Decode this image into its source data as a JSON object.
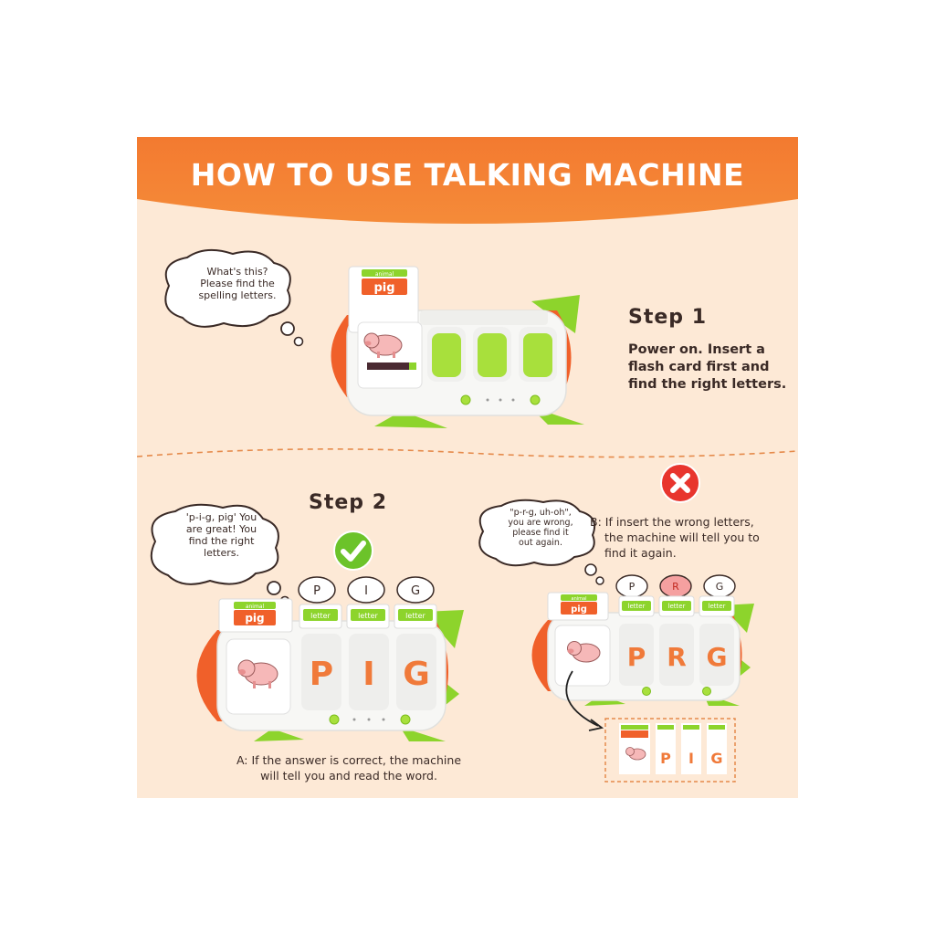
{
  "title": "HOW TO USE TALKING MACHINE",
  "step1": {
    "heading": "Step 1",
    "bubble": [
      "What's this?",
      "Please find the",
      "spelling letters."
    ],
    "description": [
      "Power on. Insert a",
      "flash card first and",
      "find the right letters."
    ],
    "card_category": "animal",
    "card_word": "pig"
  },
  "step2": {
    "heading": "Step 2",
    "bubble_correct": [
      "'p-i-g, pig' You",
      "are great! You",
      "find the right",
      "letters."
    ],
    "bubble_wrong": [
      "\"p-r-g, uh-oh\",",
      "you are wrong,",
      "please find it",
      "out again."
    ],
    "card_category": "animal",
    "card_word": "pig",
    "slot_label": "letter",
    "correct_letters": [
      "P",
      "I",
      "G"
    ],
    "wrong_letters": [
      "P",
      "R",
      "G"
    ],
    "inset_letters": [
      "P",
      "I",
      "G"
    ],
    "caption_a": [
      "A: If the answer is correct, the machine",
      "will tell you and read the word."
    ],
    "caption_b": [
      "B: If insert the wrong letters,",
      "the machine will tell you to",
      "find it again."
    ]
  },
  "colors": {
    "orange": "#f07a2f",
    "green": "#8dd42c",
    "letter_orange": "#f07a3a",
    "background": "#fde9d6",
    "check_green": "#6cc32a",
    "cross_red": "#e8352e"
  }
}
